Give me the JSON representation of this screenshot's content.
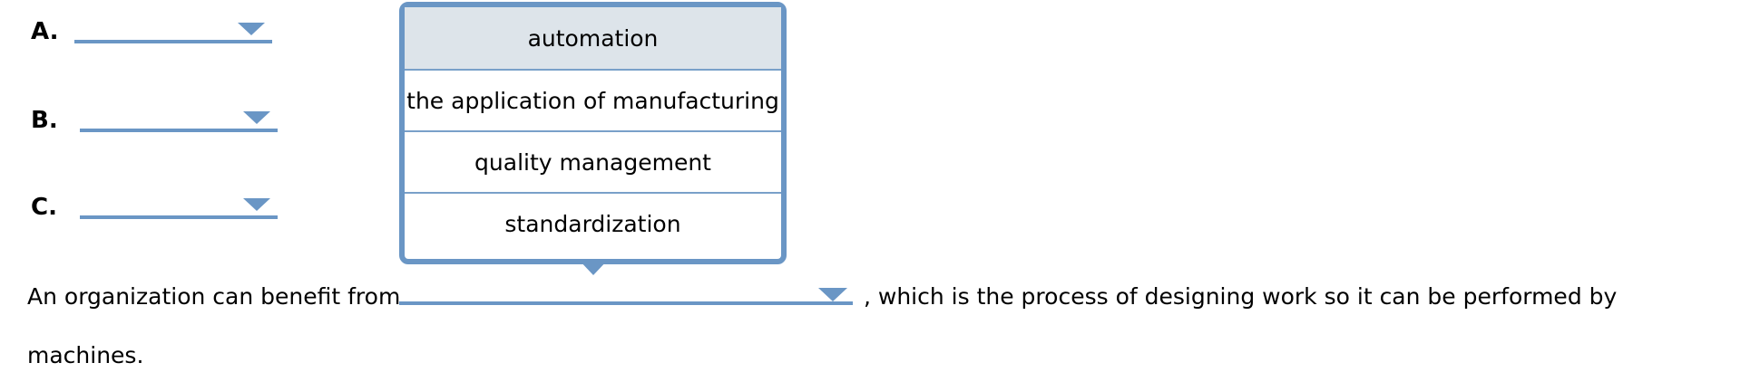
{
  "question_blanks": [
    {
      "label": "A."
    },
    {
      "label": "B."
    },
    {
      "label": "C."
    }
  ],
  "dropdown_menu": {
    "options": [
      "automation",
      "the application of manufacturing",
      "quality management",
      "standardization"
    ],
    "selected_index": 0,
    "selected_option": "automation"
  },
  "sentence": {
    "text_before_blank": "An organization can benefit from",
    "text_after_blank": ", which is the process of designing work so it can be performed by",
    "text_line2": "machines."
  },
  "icons": {
    "dropdown_arrow": "▼",
    "menu_pointer": "▼"
  },
  "colors": {
    "accent_blue": "#6a96c5",
    "separator_blue": "#79a0c9",
    "selected_option_bg": "#dde4ea",
    "text": "#000000",
    "background": "#ffffff"
  }
}
